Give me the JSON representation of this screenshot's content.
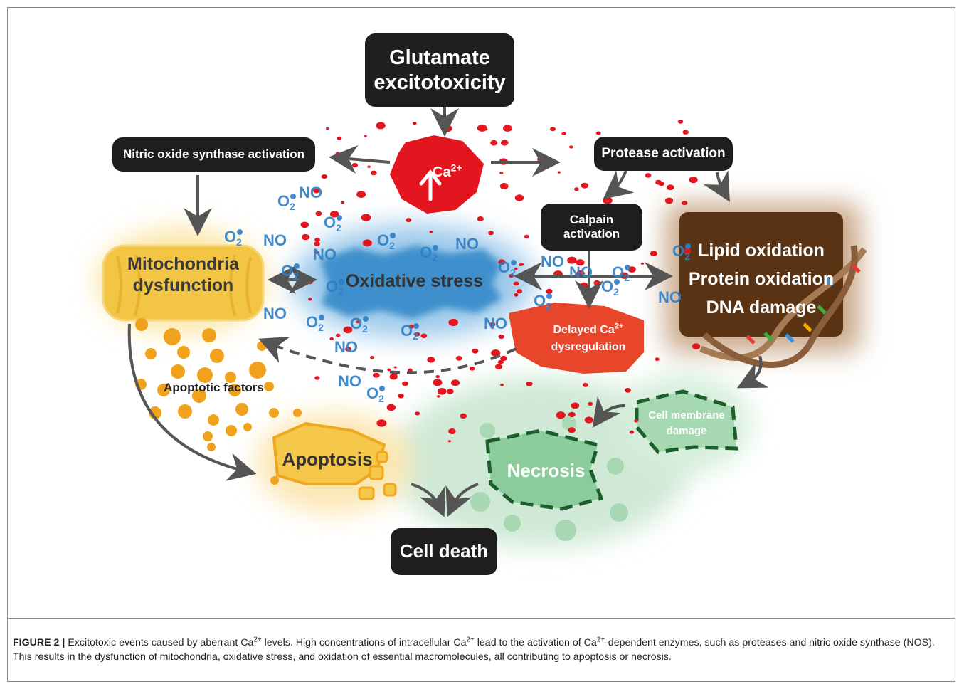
{
  "nodes": {
    "glutamate": {
      "line1": "Glutamate",
      "line2": "excitotoxicity"
    },
    "calcium": {
      "base": "Ca",
      "sup": "2+"
    },
    "nos": "Nitric oxide synthase activation",
    "protease": "Protease activation",
    "calpain": {
      "line1": "Calpain",
      "line2": "activation"
    },
    "mito": {
      "line1": "Mitochondria",
      "line2": "dysfunction"
    },
    "oxidative": "Oxidative stress",
    "oxidation": {
      "line1": "Lipid oxidation",
      "line2": "Protein oxidation",
      "line3": "DNA damage"
    },
    "delayed": {
      "line1": "Delayed Ca",
      "sup": "2+",
      "line2": "dysregulation"
    },
    "apoptotic_factors": "Apoptotic factors",
    "apoptosis": "Apoptosis",
    "membrane": {
      "line1": "Cell membrane",
      "line2": "damage"
    },
    "necrosis": "Necrosis",
    "cell_death": "Cell death"
  },
  "molecules": {
    "no": "NO",
    "o2": "O",
    "o2_sub": "2"
  },
  "caption": {
    "label": "FIGURE 2",
    "sep": "|",
    "t1": "Excitotoxic events caused by aberrant Ca",
    "s1": "2+",
    "t2": " levels. High concentrations of intracellular Ca",
    "s2": "2+",
    "t3": " lead to the activation of Ca",
    "s3": "2+",
    "t4": "-dependent enzymes, such as proteases and nitric oxide synthase (NOS). This results in the dysfunction of mitochondria, oxidative stress, and oxidation of essential macromolecules, all contributing to apoptosis or necrosis."
  },
  "colors": {
    "box_dark": "#1e1e1e",
    "calcium_red": "#e3151f",
    "delayed_red": "#e8462a",
    "mito_yellow": "#f2c545",
    "apoptosis_yellow": "#f5b82b",
    "oxidative_blue": "#2d86c7",
    "oxidation_brown": "#5a3314",
    "necrosis_green": "#8ccb9c",
    "arrow_grey": "#555555",
    "molecule_blue": "#2f7fc6"
  }
}
